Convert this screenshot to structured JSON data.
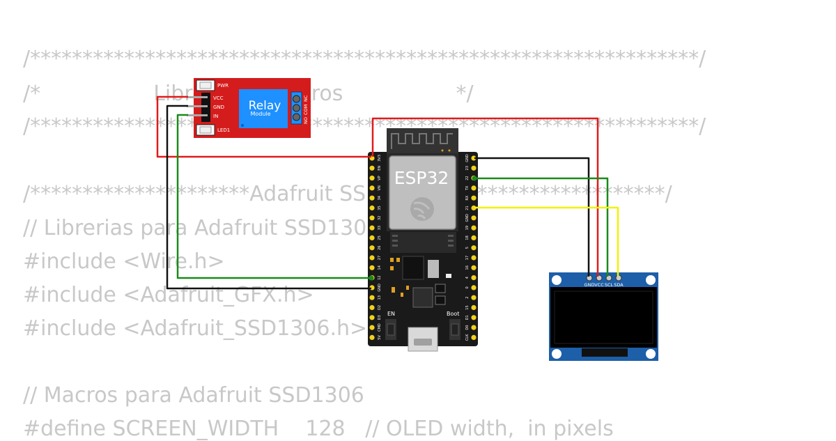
{
  "code_lines": [
    "/****************************************************************/",
    "/*                 Librerias y Macros                 */",
    "/****************************************************************/",
    "",
    "/*********************Adafruit SSD1306**********************/",
    "// Librerias para Adafruit SSD1306",
    "#include <Wire.h>",
    "#include <Adafruit_GFX.h>",
    "#include <Adafruit_SSD1306.h>",
    "",
    "// Macros para Adafruit SSD1306",
    "#define SCREEN_WIDTH    128   // OLED width,  in pixels"
  ],
  "relay": {
    "title": "Relay",
    "subtitle": "Module",
    "pin_labels": [
      "VCC",
      "GND",
      "IN"
    ],
    "led_labels": [
      "PWR",
      "LED1"
    ],
    "terminal_labels": [
      "NO",
      "COM",
      "NC"
    ]
  },
  "esp32": {
    "label": "ESP32",
    "button_en": "EN",
    "button_boot": "Boot",
    "left_pins": [
      "3V3",
      "EN",
      "VP",
      "VN",
      "34",
      "35",
      "32",
      "33",
      "25",
      "26",
      "27",
      "14",
      "12",
      "GND",
      "13",
      "D2",
      "D3",
      "CMD",
      "5V"
    ],
    "right_pins": [
      "GND",
      "23",
      "22",
      "TX",
      "RX",
      "21",
      "GND",
      "19",
      "18",
      "5",
      "17",
      "16",
      "4",
      "0",
      "2",
      "15",
      "D1",
      "D0",
      "CLK"
    ]
  },
  "oled": {
    "pin_labels": [
      "GND",
      "VCC",
      "SCL",
      "SDA"
    ]
  },
  "colors": {
    "wire_red": "#e01b1b",
    "wire_black": "#111111",
    "wire_green": "#1a8a1a",
    "wire_yellow": "#f2f200",
    "relay_board": "#d51c1c",
    "relay_block": "#1e90ff",
    "esp_board": "#1a1a1a",
    "oled_board": "#1d5fa8",
    "code_text": "#c8c8c8"
  }
}
